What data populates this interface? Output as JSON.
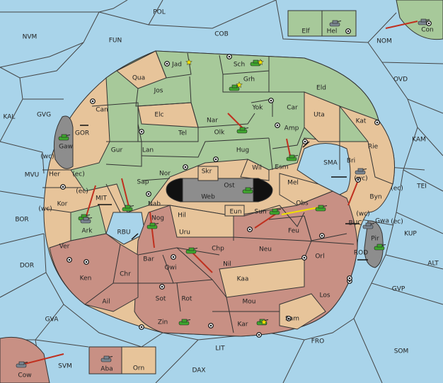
{
  "colors": {
    "sea": "#a9d4ea",
    "green": "#a7c99a",
    "tan": "#e7c49a",
    "red": "#c89084",
    "gray": "#8d8d8d",
    "border": "#333333",
    "arrow": "#c0301f",
    "support": "#f0e000"
  },
  "icons": {
    "army": "tank-icon",
    "fleet": "tank-icon",
    "supply_center": "supply-center-icon",
    "star": "star-icon"
  },
  "sea_labels": [
    "POL",
    "NVM",
    "FUN",
    "COB",
    "NOM",
    "OVD",
    "KAL",
    "GVG",
    "KAM",
    "MVU",
    "TEI",
    "BOR",
    "KUP",
    "ALT",
    "DOR",
    "GVP",
    "GVA",
    "FRO",
    "SOM",
    "LIT",
    "SVM",
    "DAX"
  ],
  "land_labels": [
    "Elf",
    "Hel",
    "Con",
    "Jad",
    "Sch",
    "Qua",
    "Jos",
    "Grh",
    "Eld",
    "Can",
    "Yok",
    "Car",
    "Elc",
    "Nar",
    "Tel",
    "Olk",
    "Uta",
    "Amp",
    "Kat",
    "Gaw",
    "GOR",
    "Gur",
    "Lan",
    "Hug",
    "Rie",
    "Esm",
    "Bri",
    "SMA",
    "Nor",
    "Wil",
    "Skr",
    "Ost",
    "Web",
    "Mel",
    "Her",
    "Sap",
    "Byn",
    "Kor",
    "Nab",
    "Eun",
    "Obs",
    "MIT",
    "Hil",
    "Sun",
    "Gwa",
    "Ark",
    "Nog",
    "Feu",
    "Pir",
    "RBU",
    "Uru",
    "BUC",
    "Ver",
    "Neu",
    "Chp",
    "Orl",
    "Bar",
    "Qwi",
    "Nil",
    "ROD",
    "Ken",
    "Chr",
    "Kaa",
    "Sot",
    "Rot",
    "Los",
    "Ail",
    "Mou",
    "Zin",
    "Sam",
    "Kar",
    "Aba",
    "Orn",
    "Cow"
  ],
  "coast_labels": [
    "(wc)",
    "(ec)",
    "(ec)",
    "(wc)",
    "(ec)",
    "(wc)",
    "(wc)",
    "(ec)"
  ]
}
